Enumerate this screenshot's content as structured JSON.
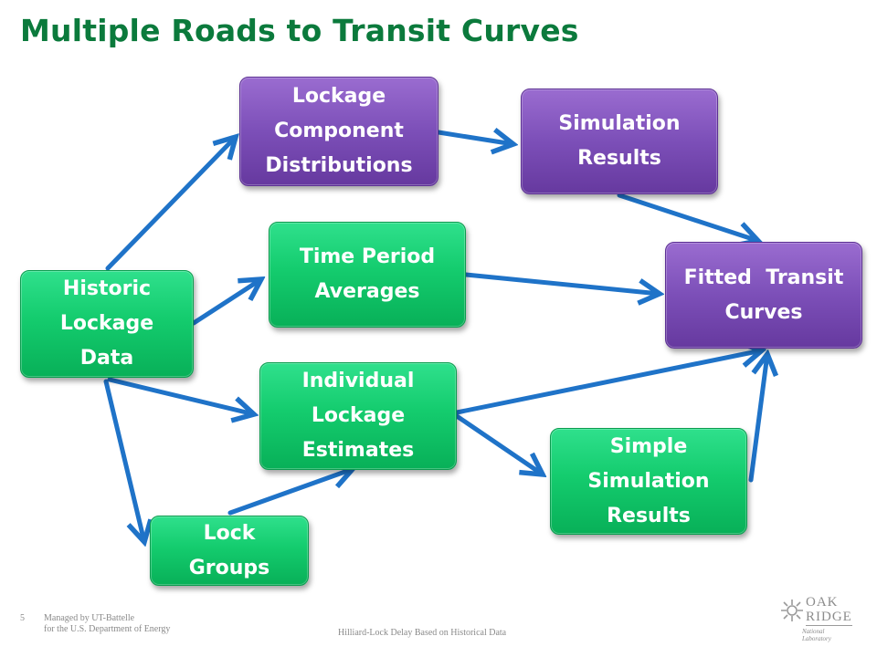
{
  "title": "Multiple Roads to Transit Curves",
  "nodes": {
    "historic": "Historic Lockage Data",
    "lockage_component": "Lockage Component Distributions",
    "simulation_results": "Simulation Results",
    "time_period": "Time Period Averages",
    "fitted": "Fitted  Transit Curves",
    "individual": "Individual Lockage Estimates",
    "simple_sim": "Simple Simulation Results",
    "lock_groups": "Lock Groups"
  },
  "node_lines": {
    "historic": [
      "Historic",
      "Lockage",
      "Data"
    ],
    "lockage_component": [
      "Lockage",
      "Component",
      "Distributions"
    ],
    "simulation_results": [
      "Simulation",
      "Results"
    ],
    "time_period": [
      "Time Period",
      "Averages"
    ],
    "fitted": [
      "Fitted  Transit",
      "Curves"
    ],
    "individual": [
      "Individual",
      "Lockage",
      "Estimates"
    ],
    "simple_sim": [
      "Simple",
      "Simulation",
      "Results"
    ],
    "lock_groups": [
      "Lock",
      "Groups"
    ]
  },
  "colors": {
    "title": "#0b7a3c",
    "green_node": "#14cc6e",
    "purple_node": "#7c4fb8",
    "arrow": "#1f73c8"
  },
  "footer": {
    "page_number": "5",
    "managed_line1": "Managed by UT-Battelle",
    "managed_line2": "for the U.S. Department of Energy",
    "center_text": "Hilliard-Lock Delay Based on Historical Data",
    "logo_line1": "OAK",
    "logo_line2": "RIDGE",
    "logo_line3": "National Laboratory"
  }
}
